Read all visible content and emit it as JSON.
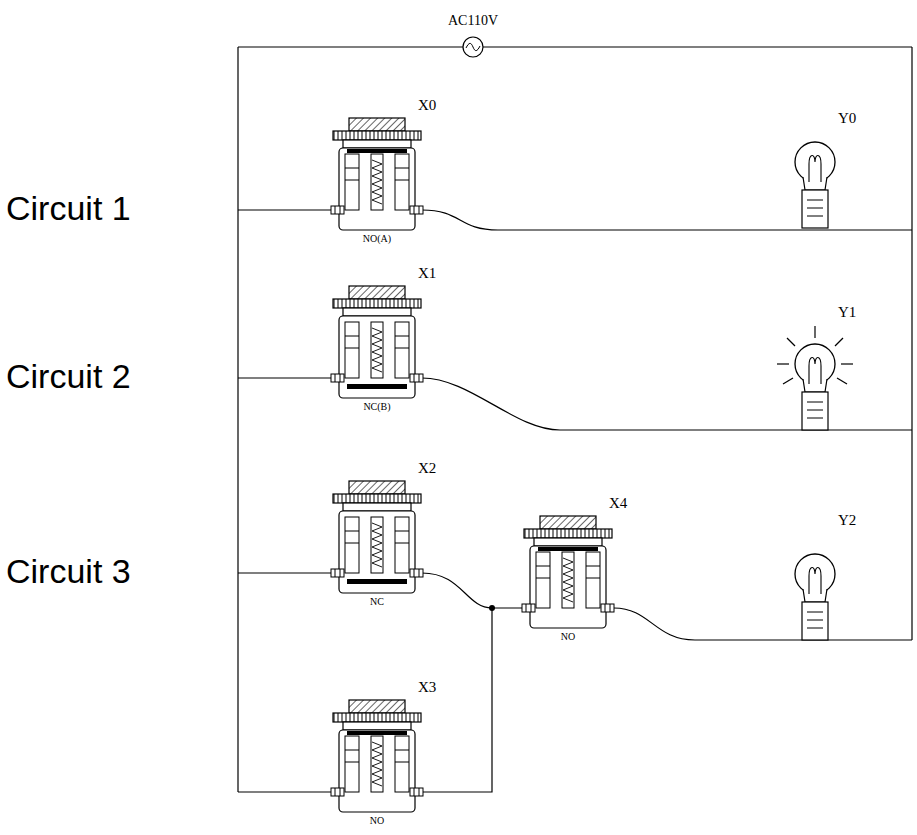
{
  "diagram": {
    "labels": [
      "AC110V",
      "Circuit 1",
      "X0",
      "NO(A)",
      "Y0",
      "Circuit 2",
      "X1",
      "NC(B)",
      "Y1",
      "Circuit 3",
      "X2",
      "NC",
      "X4",
      "NO",
      "Y2",
      "X3",
      "NO"
    ]
  }
}
